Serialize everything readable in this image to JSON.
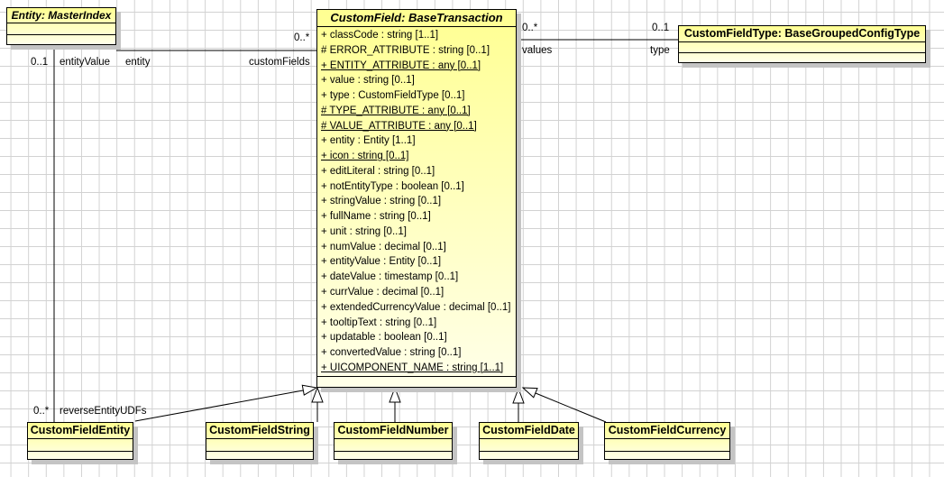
{
  "diagram": {
    "classes": {
      "entity": {
        "title": "Entity: MasterIndex"
      },
      "custom_field": {
        "title": "CustomField: BaseTransaction",
        "attributes": [
          {
            "text": "+ classCode : string [1..1]",
            "underline": false
          },
          {
            "text": "# ERROR_ATTRIBUTE : string [0..1]",
            "underline": false
          },
          {
            "text": "+ ENTITY_ATTRIBUTE : any [0..1]",
            "underline": true
          },
          {
            "text": "+ value : string [0..1]",
            "underline": false
          },
          {
            "text": "+ type : CustomFieldType [0..1]",
            "underline": false
          },
          {
            "text": "# TYPE_ATTRIBUTE : any [0..1]",
            "underline": true
          },
          {
            "text": "# VALUE_ATTRIBUTE : any [0..1]",
            "underline": true
          },
          {
            "text": "+ entity : Entity [1..1]",
            "underline": false
          },
          {
            "text": "+ icon : string [0..1]",
            "underline": true
          },
          {
            "text": "+ editLiteral : string [0..1]",
            "underline": false
          },
          {
            "text": "+ notEntityType : boolean [0..1]",
            "underline": false
          },
          {
            "text": "+ stringValue : string [0..1]",
            "underline": false
          },
          {
            "text": "+ fullName : string [0..1]",
            "underline": false
          },
          {
            "text": "+ unit : string [0..1]",
            "underline": false
          },
          {
            "text": "+ numValue : decimal [0..1]",
            "underline": false
          },
          {
            "text": "+ entityValue : Entity [0..1]",
            "underline": false
          },
          {
            "text": "+ dateValue : timestamp [0..1]",
            "underline": false
          },
          {
            "text": "+ currValue : decimal [0..1]",
            "underline": false
          },
          {
            "text": "+ extendedCurrencyValue : decimal [0..1]",
            "underline": false
          },
          {
            "text": "+ tooltipText : string [0..1]",
            "underline": false
          },
          {
            "text": "+ updatable : boolean [0..1]",
            "underline": false
          },
          {
            "text": "+ convertedValue : string [0..1]",
            "underline": false
          },
          {
            "text": "+ UICOMPONENT_NAME : string [1..1]",
            "underline": true
          }
        ]
      },
      "custom_field_type": {
        "title": "CustomFieldType: BaseGroupedConfigType"
      },
      "custom_field_entity": {
        "title": "CustomFieldEntity"
      },
      "custom_field_string": {
        "title": "CustomFieldString"
      },
      "custom_field_number": {
        "title": "CustomFieldNumber"
      },
      "custom_field_date": {
        "title": "CustomFieldDate"
      },
      "custom_field_currency": {
        "title": "CustomFieldCurrency"
      }
    },
    "associations": {
      "entity_customfield": {
        "entity_role": "entity",
        "customfield_role": "customFields",
        "customfield_mult": "0..*"
      },
      "customfield_customfieldtype": {
        "customfield_mult": "0..*",
        "customfield_role": "values",
        "customfieldtype_mult": "0..1",
        "customfieldtype_role": "type"
      },
      "entity_customfieldentity": {
        "entity_mult": "0..1",
        "entity_role": "entityValue",
        "customfieldentity_mult": "0..*",
        "customfieldentity_role": "reverseEntityUDFs"
      }
    },
    "colors": {
      "box_fill_top": "#ffff92",
      "box_fill_bottom": "#ffffe9",
      "box_border": "#000000",
      "box_shadow": "#c4c4c4",
      "grid_line": "#d2d2d2",
      "background": "#ffffff",
      "text": "#000000"
    }
  }
}
